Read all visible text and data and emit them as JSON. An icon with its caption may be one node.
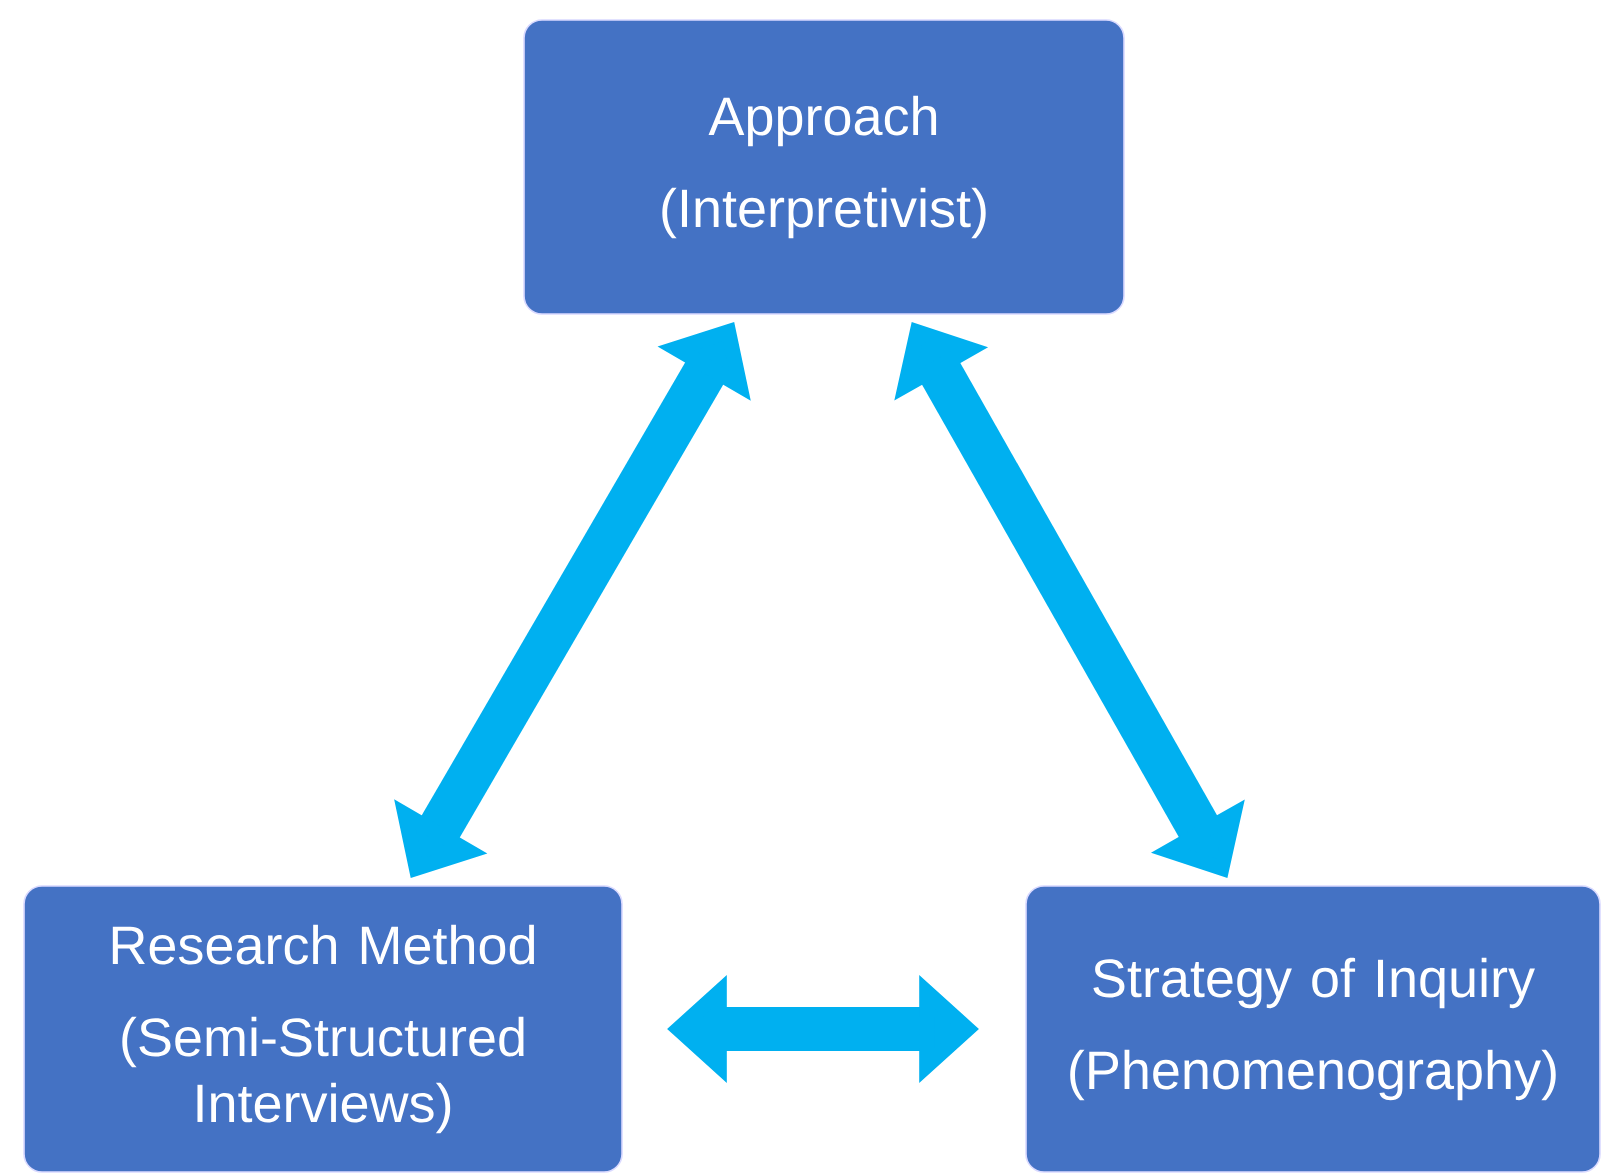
{
  "diagram": {
    "nodes": [
      {
        "text": [
          "Approach",
          "(Interpretivist)"
        ]
      },
      {
        "text": [
          "Research Method",
          "(Semi-Structured Interviews)"
        ]
      },
      {
        "text": [
          "Strategy of Inquiry",
          "(Phenomenography)"
        ]
      }
    ],
    "edges": [
      {
        "from": 0,
        "to": 1,
        "arrow": "both"
      },
      {
        "from": 0,
        "to": 2,
        "arrow": "both"
      },
      {
        "from": 1,
        "to": 2,
        "arrow": "both"
      }
    ]
  }
}
